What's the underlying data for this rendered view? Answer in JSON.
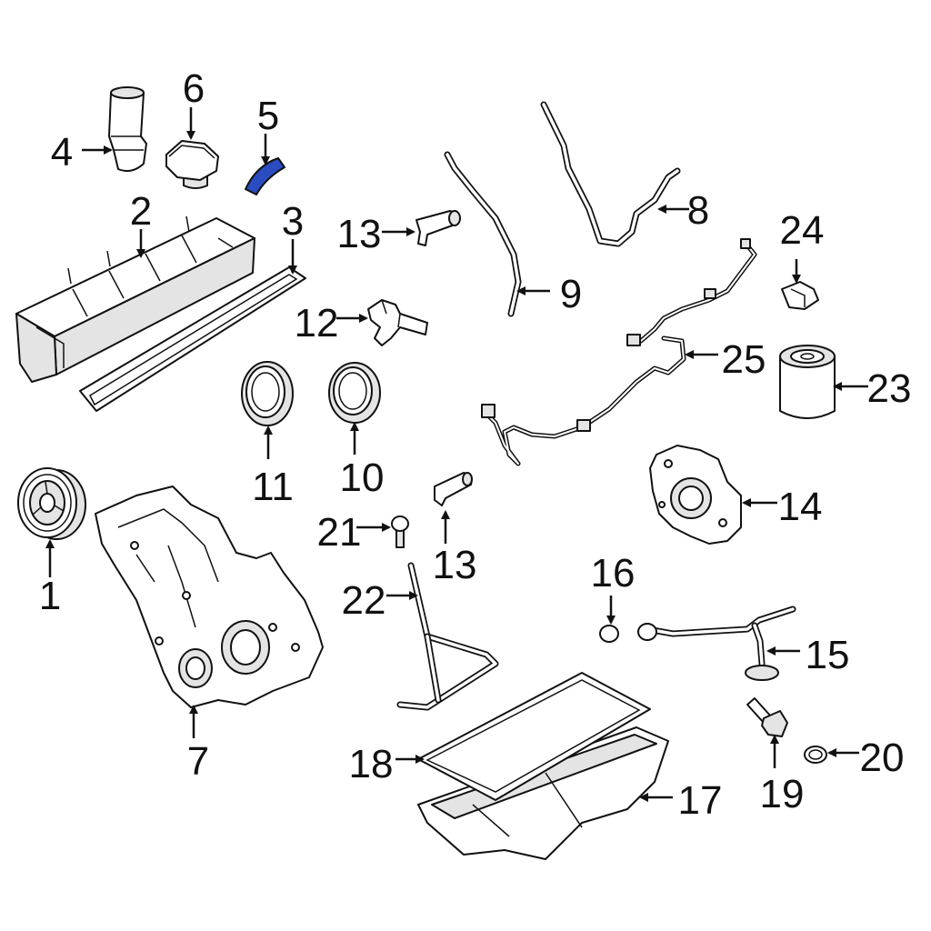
{
  "highlight_color": "#2b4cc0",
  "callouts": [
    "1",
    "2",
    "3",
    "4",
    "5",
    "6",
    "7",
    "8",
    "9",
    "10",
    "11",
    "12",
    "13",
    "13",
    "14",
    "15",
    "16",
    "17",
    "18",
    "19",
    "20",
    "21",
    "22",
    "23",
    "24",
    "25"
  ]
}
